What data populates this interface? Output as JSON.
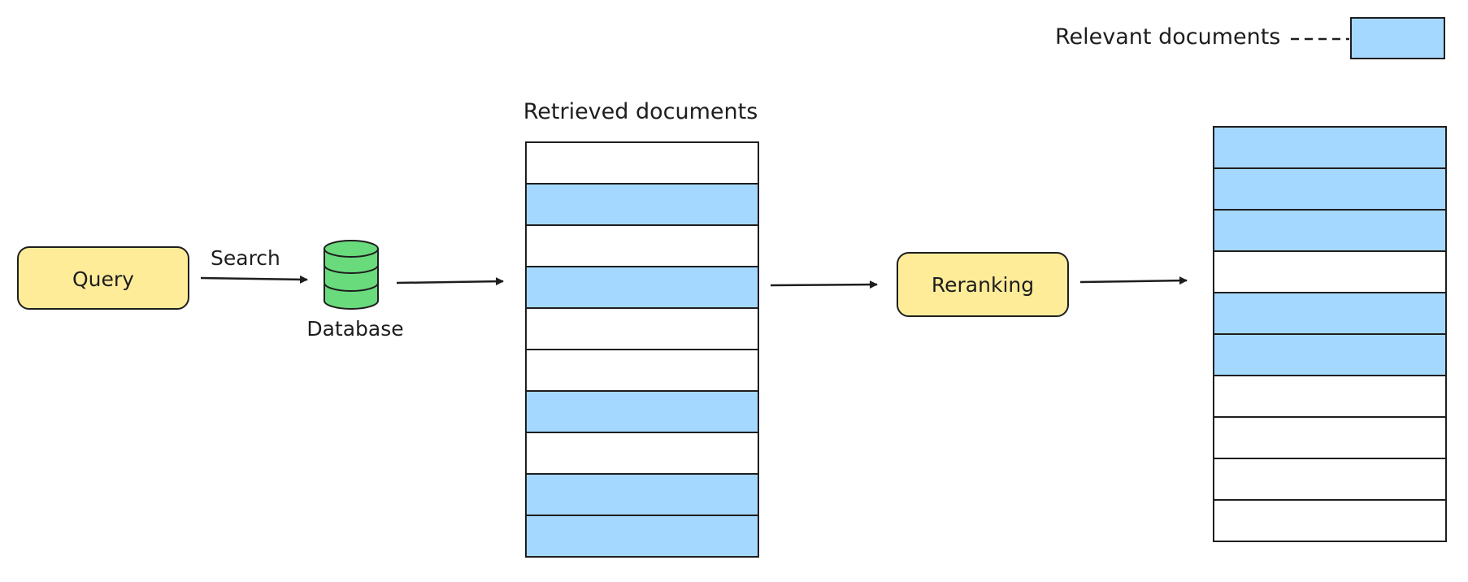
{
  "legend": {
    "label": "Relevant documents",
    "color": "#a5d8ff"
  },
  "nodes": {
    "query": {
      "label": "Query",
      "fill": "#ffec99"
    },
    "search_edge": {
      "label": "Search"
    },
    "database": {
      "label": "Database",
      "fill": "#69db7c"
    },
    "reranking": {
      "label": "Reranking",
      "fill": "#ffec99"
    }
  },
  "retrieved": {
    "title": "Retrieved documents",
    "relevance": [
      false,
      true,
      false,
      true,
      false,
      false,
      true,
      false,
      true,
      true
    ]
  },
  "reranked": {
    "relevance": [
      true,
      true,
      true,
      false,
      true,
      true,
      false,
      false,
      false,
      false
    ]
  },
  "colors": {
    "relevant": "#a5d8ff",
    "irrelevant": "#ffffff",
    "stroke": "#1e1e1e"
  }
}
